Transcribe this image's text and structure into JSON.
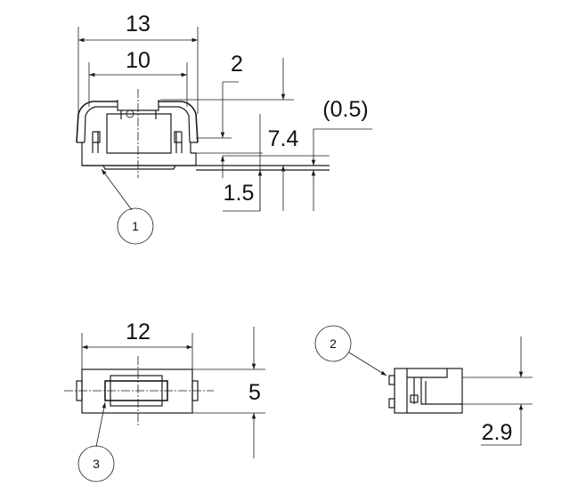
{
  "dimensions": {
    "top_width_outer": "13",
    "top_width_inner": "10",
    "top_pin_offset": "2",
    "top_height": "7.4",
    "top_standoff": "(0.5)",
    "top_base": "1.5",
    "bottom_left_width": "12",
    "bottom_left_height": "5",
    "bottom_right_height": "2.9"
  },
  "callouts": {
    "one": "1",
    "two": "2",
    "three": "3"
  }
}
